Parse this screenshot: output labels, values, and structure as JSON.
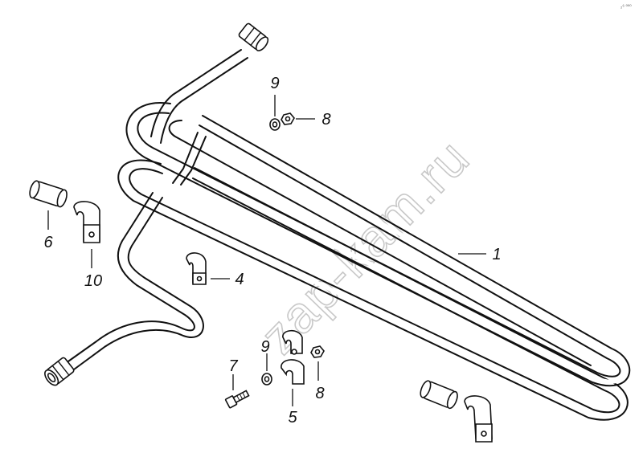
{
  "watermark": "zap-kam.ru",
  "corner_mark": "₂⁶ ⁰⁰⁰",
  "labels": {
    "p1": "1",
    "p4": "4",
    "p5": "5",
    "p6": "6",
    "p7": "7",
    "p8_top": "8",
    "p8_bottom": "8",
    "p9_top": "9",
    "p9_bottom": "9",
    "p10": "10"
  }
}
